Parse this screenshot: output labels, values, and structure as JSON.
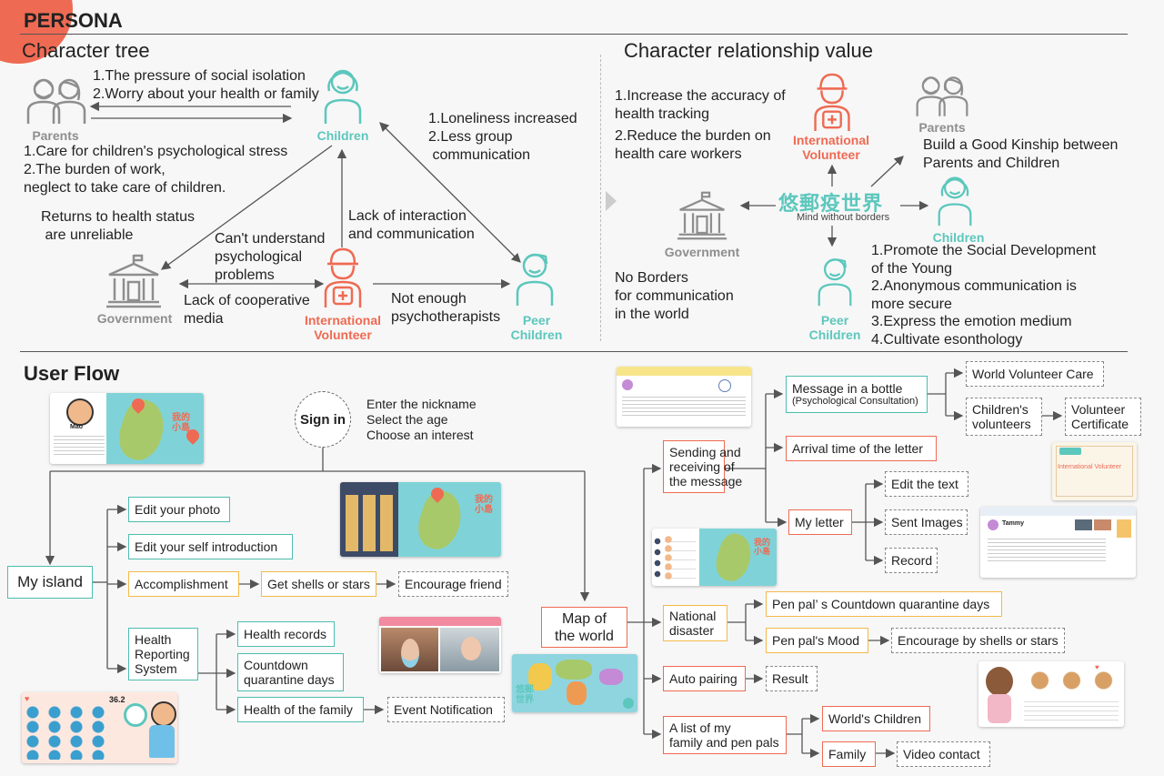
{
  "persona": {
    "title": "PERSONA",
    "tree_title": "Character tree",
    "value_title": "Character relationship value"
  },
  "tree": {
    "parents": "Parents",
    "children": "Children",
    "government": "Government",
    "volunteer": "International\nVolunteer",
    "peer": "Peer\nChildren",
    "t_isolation": "1.The pressure of social isolation\n2.Worry about your health or family",
    "t_care": "1.Care for children's psychological stress\n2.The burden of work,\nneglect to take care of children.",
    "t_lonely": "1.Loneliness increased\n2.Less group\n communication",
    "t_returns": "Returns to health status\n are unreliable",
    "t_understand": "Can't understand\npsychological\nproblems",
    "t_interaction": "Lack of interaction\nand communication",
    "t_coop": "Lack of cooperative\nmedia",
    "t_therapists": "Not enough\npsychotherapists"
  },
  "value": {
    "volunteer": "International\nVolunteer",
    "parents": "Parents",
    "children": "Children",
    "government": "Government",
    "peer": "Peer\nChildren",
    "logo": "悠郵疫世界",
    "logo_sub": "Mind without borders",
    "t_accuracy": "1.Increase the accuracy of\nhealth tracking",
    "t_burden": "2.Reduce the burden on\nhealth care workers",
    "t_kinship": "Build a Good Kinship between\nParents and Children",
    "t_borders": "No Borders\nfor communication\nin the world",
    "t_promote": "1.Promote the Social Development\nof the Young\n2.Anonymous communication is\nmore secure\n3.Express the emotion medium\n4.Cultivate esonthology"
  },
  "flow": {
    "title": "User Flow",
    "sign_in": "Sign in",
    "sign_steps": "Enter the nickname\nSelect the age\nChoose an interest",
    "my_island": "My island",
    "edit_photo": "Edit your photo",
    "edit_intro": "Edit your self introduction",
    "accomplishment": "Accomplishment",
    "get_shells": "Get shells or stars",
    "encourage_friend": "Encourage friend",
    "health_system": "Health\nReporting\nSystem",
    "health_records": "Health records",
    "countdown": "Countdown\nquarantine days",
    "health_family": "Health of the family",
    "event_notification": "Event Notification",
    "map_world": "Map of\nthe world",
    "sending": "Sending and\nreceiving of\nthe message",
    "bottle": "Message in a bottle",
    "bottle_sub": "(Psychological Consultation)",
    "world_volunteer": "World Volunteer Care",
    "children_volunteers": "Children's\nvolunteers",
    "volunteer_cert": "Volunteer\nCertificate",
    "arrival": "Arrival time of the letter",
    "my_letter": "My letter",
    "edit_text": "Edit the text",
    "sent_images": "Sent Images",
    "record": "Record",
    "national": "National\ndisaster",
    "pal_countdown": "Pen pal’ s Countdown quarantine days",
    "pal_mood": "Pen pal's Mood",
    "encourage_shells": "Encourage by shells or stars",
    "auto_pairing": "Auto pairing",
    "result": "Result",
    "list_pals": "A list of my\nfamily and pen pals",
    "world_children": "World's Children",
    "family": "Family",
    "video": "Video contact"
  },
  "thumbs": {
    "profile_name": "Mao",
    "island_cn": "我的\n小島",
    "map_cn": "悠郵\n世界",
    "temp": "36.2",
    "cert_title": "International Volunteer",
    "letter_to": "Tammy"
  },
  "colors": {
    "teal": "#5cc7bd",
    "red": "#ef6a53",
    "gray": "#8e8e8e",
    "orange": "#f3b94a"
  }
}
